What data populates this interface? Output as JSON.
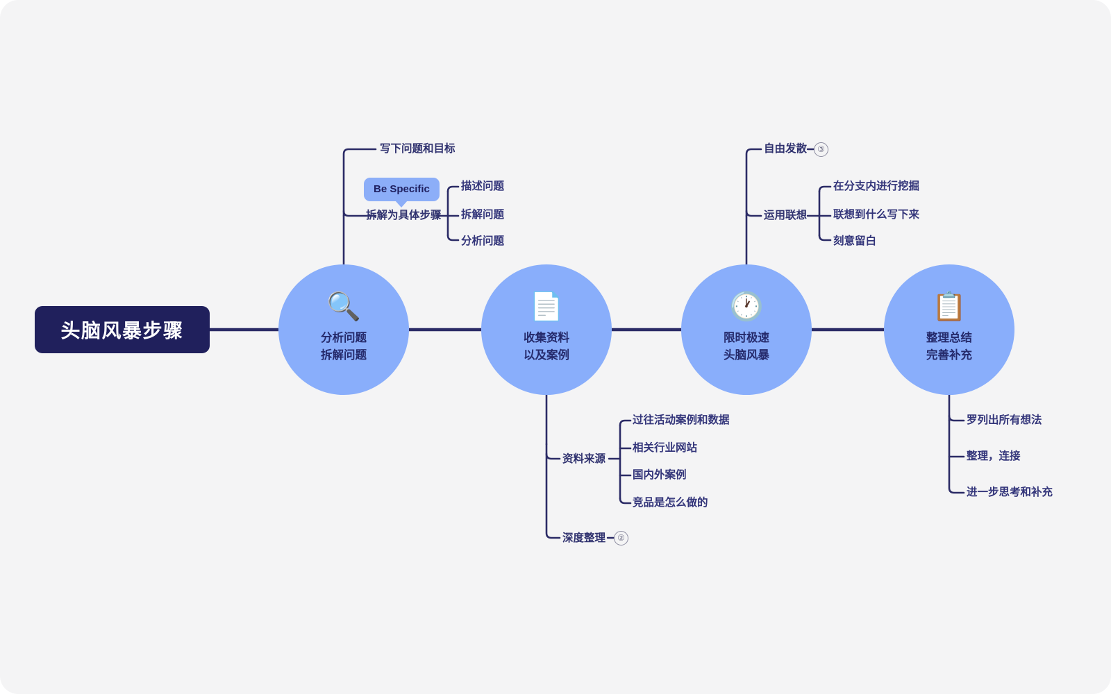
{
  "canvas": {
    "bg_color": "#f4f4f5",
    "line_color": "#2b2b66",
    "node_fill": "#89aefb",
    "root_fill": "#20205c",
    "leaf_text_color": "#33357a"
  },
  "root": {
    "label": "头脑风暴步骤"
  },
  "callout": {
    "label": "Be Specific",
    "bg_color": "#8caef8"
  },
  "stages": [
    {
      "id": "analyze",
      "icon": "🔍",
      "icon_name": "magnifying-glass-icon",
      "line1": "分析问题",
      "line2": "拆解问题",
      "branches": [
        {
          "label": "写下问题和目标",
          "children": []
        },
        {
          "label": "拆解为具体步骤",
          "children": [
            "描述问题",
            "拆解问题",
            "分析问题"
          ]
        }
      ]
    },
    {
      "id": "collect",
      "icon": "📄",
      "icon_name": "document-search-icon",
      "line1": "收集资料",
      "line2": "以及案例",
      "branches": [
        {
          "label": "资料来源",
          "children": [
            "过往活动案例和数据",
            "相关行业网站",
            "国内外案例",
            "竞品是怎么做的"
          ]
        },
        {
          "label": "深度整理",
          "badge": "②",
          "children": []
        }
      ]
    },
    {
      "id": "sprint",
      "icon": "🕐",
      "icon_name": "clock-icon",
      "line1": "限时极速",
      "line2": "头脑风暴",
      "branches": [
        {
          "label": "自由发散",
          "badge": "③",
          "children": []
        },
        {
          "label": "运用联想",
          "children": [
            "在分支内进行挖掘",
            "联想到什么写下来",
            "刻意留白"
          ]
        }
      ]
    },
    {
      "id": "summarize",
      "icon": "📋",
      "icon_name": "checklist-clipboard-icon",
      "line1": "整理总结",
      "line2": "完善补充",
      "branches": [
        {
          "label": "罗列出所有想法",
          "children": []
        },
        {
          "label": "整理，连接",
          "children": []
        },
        {
          "label": "进一步思考和补充",
          "children": []
        }
      ]
    }
  ]
}
